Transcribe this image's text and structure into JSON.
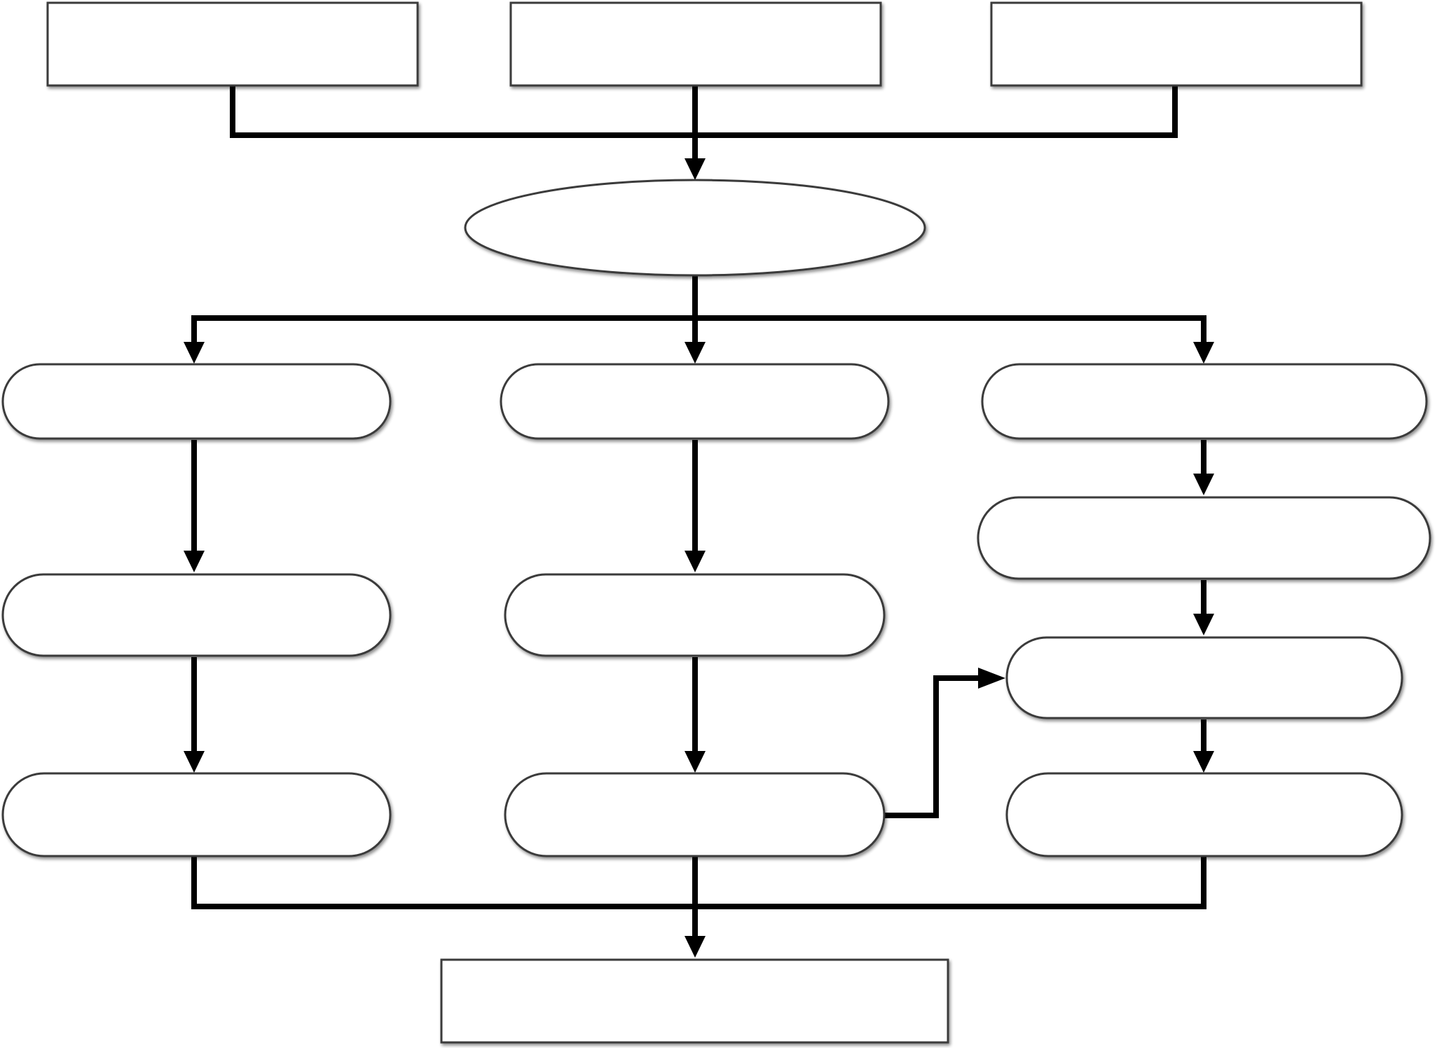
{
  "diagram": {
    "type": "flowchart",
    "background": "#ffffff",
    "node_stroke": "#3a3a3a",
    "connector_color": "#000000",
    "nodes": [
      {
        "id": "top-1",
        "shape": "rect",
        "label": ""
      },
      {
        "id": "top-2",
        "shape": "rect",
        "label": ""
      },
      {
        "id": "top-3",
        "shape": "rect",
        "label": ""
      },
      {
        "id": "hub",
        "shape": "ellipse",
        "label": ""
      },
      {
        "id": "left-1",
        "shape": "rounded",
        "label": ""
      },
      {
        "id": "left-2",
        "shape": "rounded",
        "label": ""
      },
      {
        "id": "left-3",
        "shape": "rounded",
        "label": ""
      },
      {
        "id": "mid-1",
        "shape": "rounded",
        "label": ""
      },
      {
        "id": "mid-2",
        "shape": "rounded",
        "label": ""
      },
      {
        "id": "mid-3",
        "shape": "rounded",
        "label": ""
      },
      {
        "id": "right-1",
        "shape": "rounded",
        "label": ""
      },
      {
        "id": "right-2",
        "shape": "rounded",
        "label": ""
      },
      {
        "id": "right-3",
        "shape": "rounded",
        "label": ""
      },
      {
        "id": "right-4",
        "shape": "rounded",
        "label": ""
      },
      {
        "id": "output",
        "shape": "rect",
        "label": ""
      }
    ],
    "edges": [
      {
        "from": [
          "top-1",
          "top-2",
          "top-3"
        ],
        "to": "hub",
        "kind": "merge"
      },
      {
        "from": "hub",
        "to": [
          "left-1",
          "mid-1",
          "right-1"
        ],
        "kind": "split"
      },
      {
        "from": "left-1",
        "to": "left-2"
      },
      {
        "from": "left-2",
        "to": "left-3"
      },
      {
        "from": "mid-1",
        "to": "mid-2"
      },
      {
        "from": "mid-2",
        "to": "mid-3"
      },
      {
        "from": "right-1",
        "to": "right-2"
      },
      {
        "from": "right-2",
        "to": "right-3"
      },
      {
        "from": "right-3",
        "to": "right-4"
      },
      {
        "from": "mid-3",
        "to": "right-3",
        "kind": "elbow"
      },
      {
        "from": [
          "left-3",
          "mid-3",
          "right-4"
        ],
        "to": "output",
        "kind": "merge"
      }
    ]
  }
}
